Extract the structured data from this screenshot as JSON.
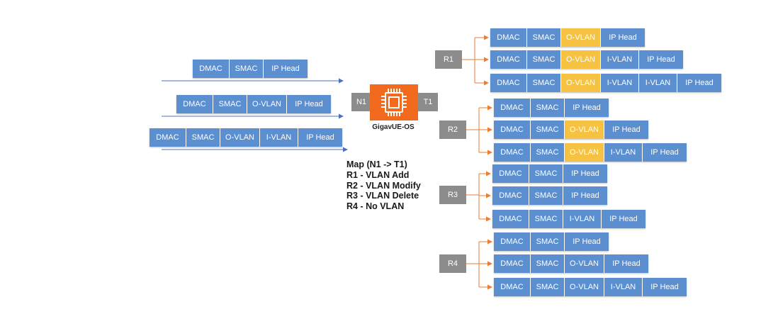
{
  "device": {
    "name": "GigavUE-OS",
    "input_port": "N1",
    "output_port": "T1",
    "icon": "processor-chip-icon",
    "color": "#f26a1d"
  },
  "colors": {
    "field": "#5b8fd0",
    "highlight": "#f5c242",
    "rule_box": "#8c8c8c",
    "input_line": "#4f6fc0",
    "output_line": "#ed7d31"
  },
  "legend": [
    "Map (N1 -> T1)",
    "R1 - VLAN Add",
    "R2 - VLAN Modify",
    "R3 - VLAN Delete",
    "R4 - No VLAN"
  ],
  "inputs": [
    {
      "fields": [
        "DMAC",
        "SMAC",
        "IP Head"
      ]
    },
    {
      "fields": [
        "DMAC",
        "SMAC",
        "O-VLAN",
        "IP Head"
      ]
    },
    {
      "fields": [
        "DMAC",
        "SMAC",
        "O-VLAN",
        "I-VLAN",
        "IP Head"
      ]
    }
  ],
  "rules": [
    {
      "label": "R1",
      "outputs": [
        {
          "fields": [
            "DMAC",
            "SMAC",
            "O-VLAN",
            "IP Head"
          ],
          "highlight": [
            "O-VLAN"
          ]
        },
        {
          "fields": [
            "DMAC",
            "SMAC",
            "O-VLAN",
            "I-VLAN",
            "IP Head"
          ],
          "highlight": [
            "O-VLAN"
          ]
        },
        {
          "fields": [
            "DMAC",
            "SMAC",
            "O-VLAN",
            "I-VLAN",
            "I-VLAN",
            "IP Head"
          ],
          "highlight": [
            "O-VLAN"
          ]
        }
      ]
    },
    {
      "label": "R2",
      "outputs": [
        {
          "fields": [
            "DMAC",
            "SMAC",
            "IP Head"
          ],
          "highlight": []
        },
        {
          "fields": [
            "DMAC",
            "SMAC",
            "O-VLAN",
            "IP Head"
          ],
          "highlight": [
            "O-VLAN"
          ]
        },
        {
          "fields": [
            "DMAC",
            "SMAC",
            "O-VLAN",
            "I-VLAN",
            "IP Head"
          ],
          "highlight": [
            "O-VLAN"
          ]
        }
      ]
    },
    {
      "label": "R3",
      "outputs": [
        {
          "fields": [
            "DMAC",
            "SMAC",
            "IP Head"
          ],
          "highlight": []
        },
        {
          "fields": [
            "DMAC",
            "SMAC",
            "IP Head"
          ],
          "highlight": []
        },
        {
          "fields": [
            "DMAC",
            "SMAC",
            "I-VLAN",
            "IP Head"
          ],
          "highlight": []
        }
      ]
    },
    {
      "label": "R4",
      "outputs": [
        {
          "fields": [
            "DMAC",
            "SMAC",
            "IP Head"
          ],
          "highlight": []
        },
        {
          "fields": [
            "DMAC",
            "SMAC",
            "O-VLAN",
            "IP Head"
          ],
          "highlight": []
        },
        {
          "fields": [
            "DMAC",
            "SMAC",
            "O-VLAN",
            "I-VLAN",
            "IP Head"
          ],
          "highlight": []
        }
      ]
    }
  ]
}
